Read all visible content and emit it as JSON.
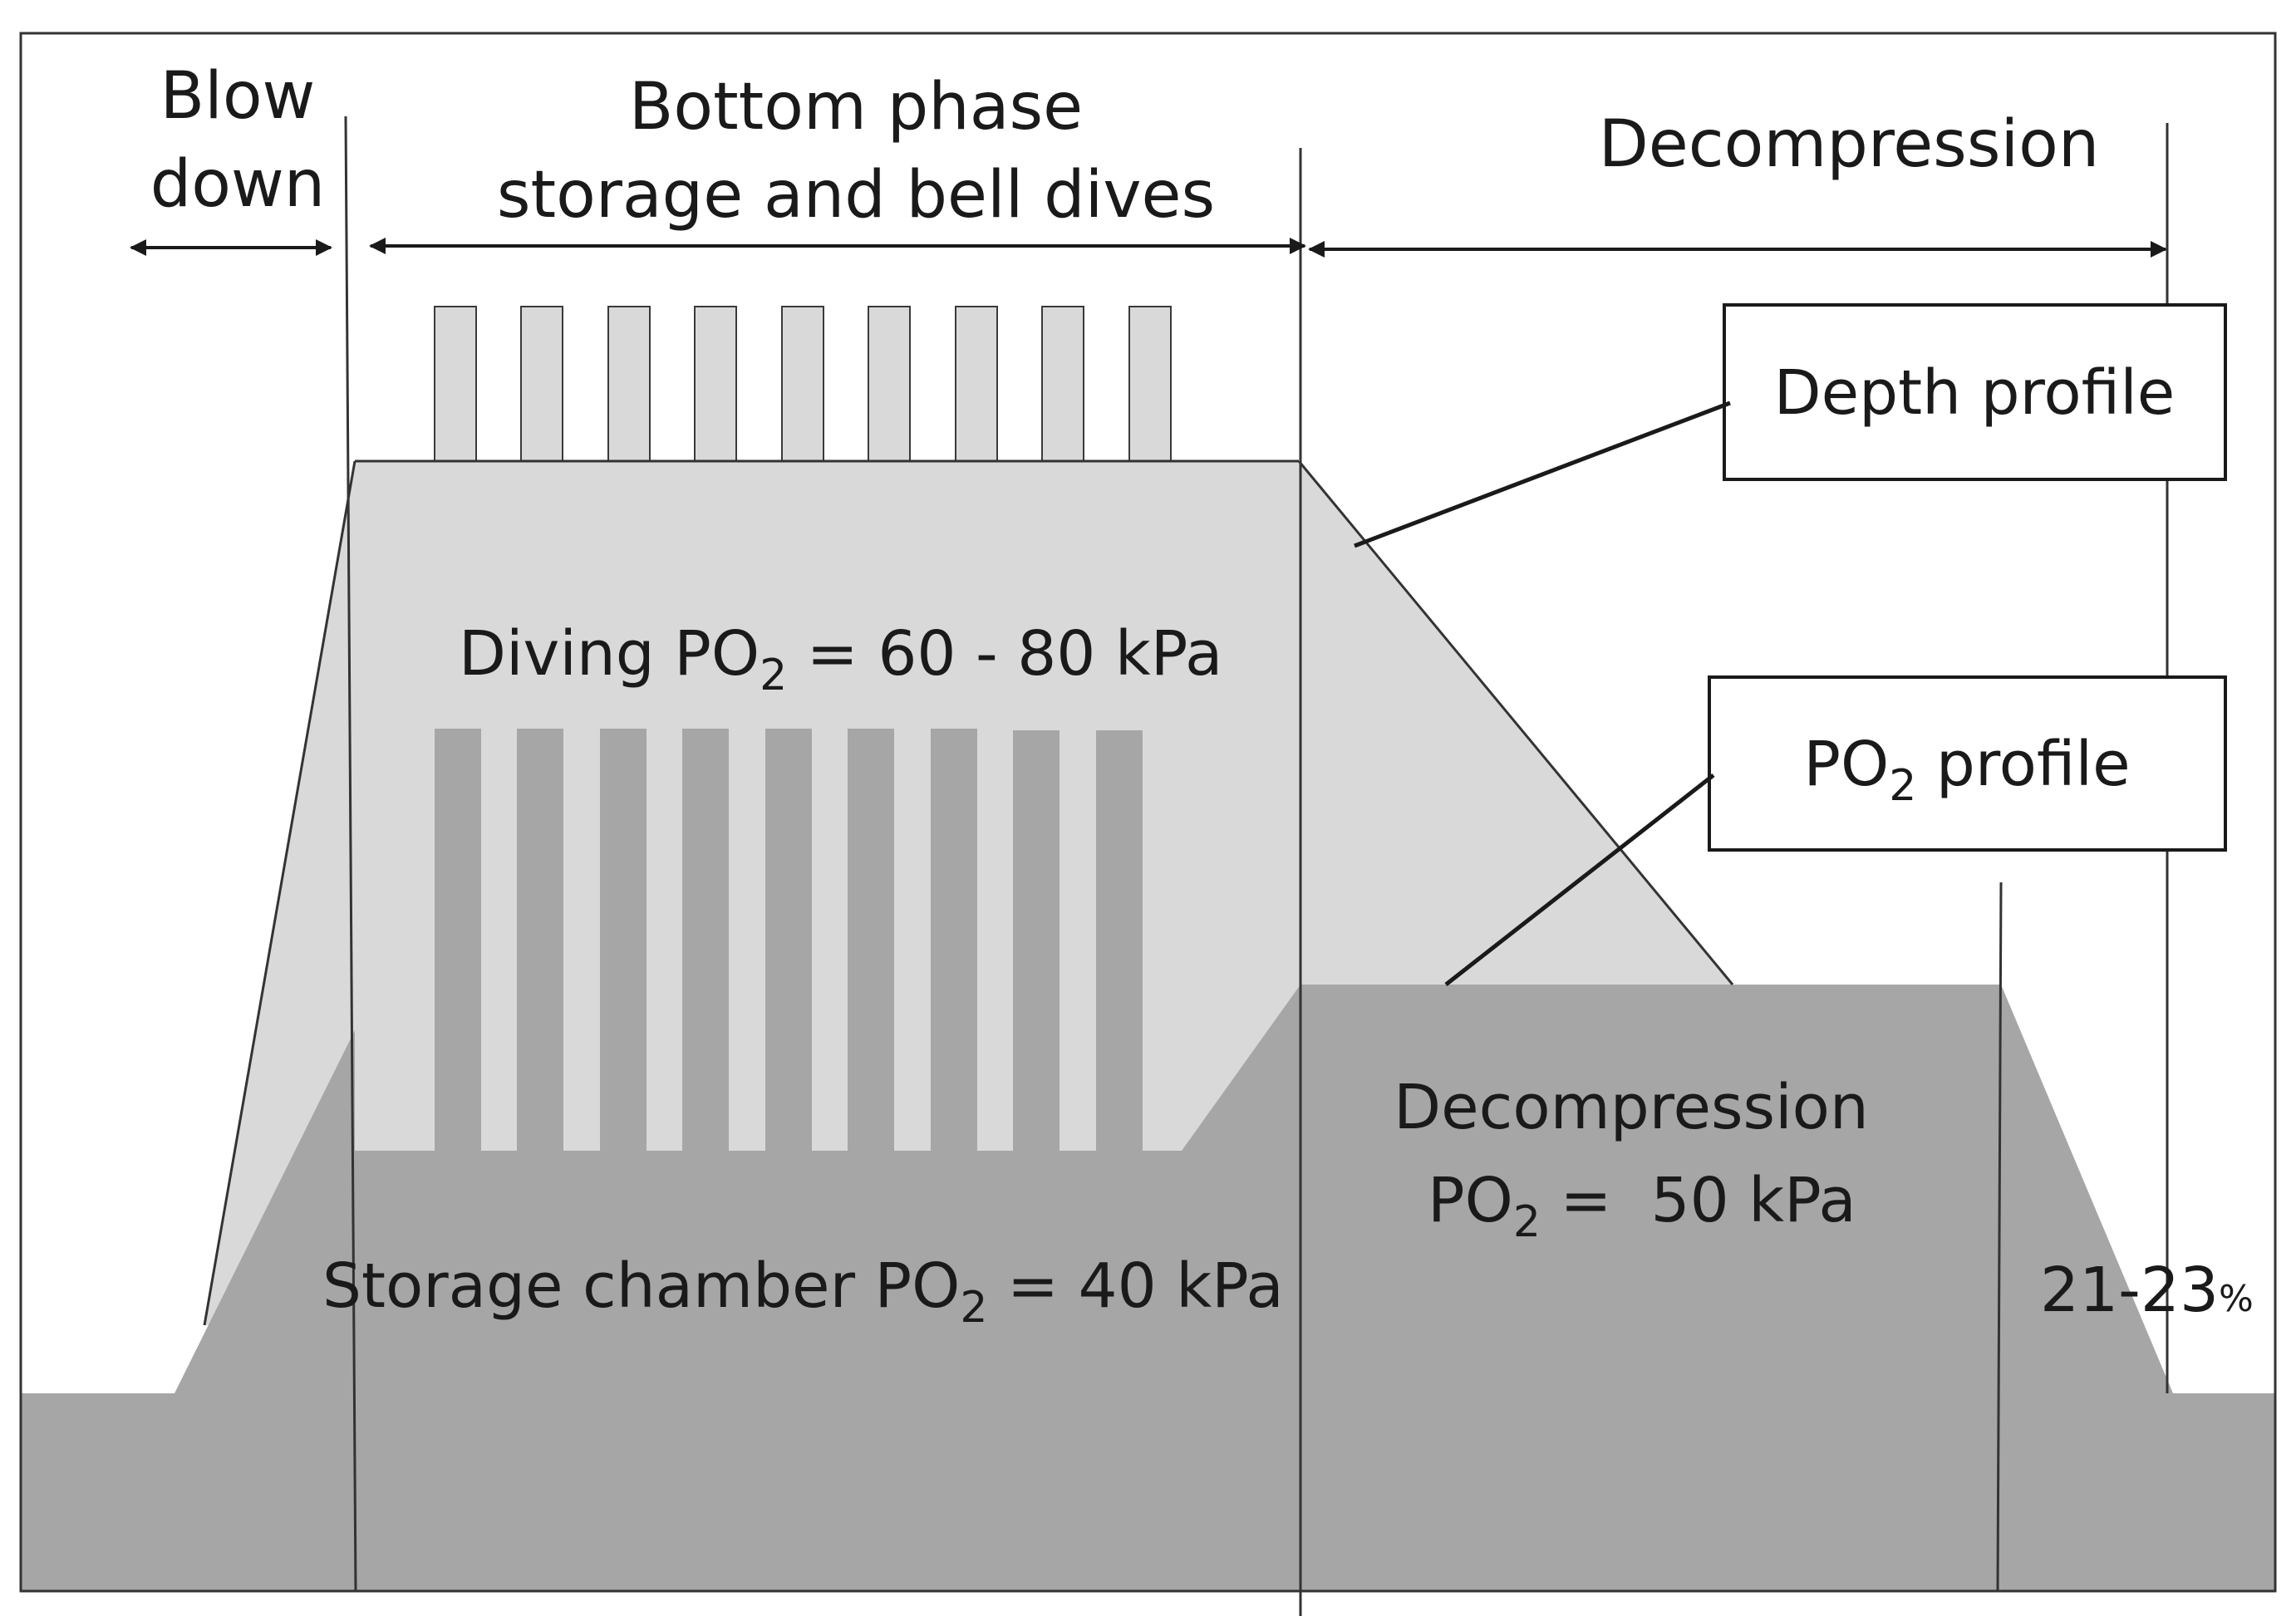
{
  "phases": {
    "blow_down_line1": "Blow",
    "blow_down_line2": "down",
    "bottom_line1": "Bottom phase",
    "bottom_line2": "storage and bell dives",
    "decompression": "Decompression"
  },
  "callouts": {
    "depth_profile": "Depth profile",
    "po2_profile_prefix": "PO",
    "po2_profile_sub": "2",
    "po2_profile_suffix": " profile"
  },
  "labels": {
    "diving_prefix": "Diving PO",
    "diving_sub": "2",
    "diving_suffix": " = 60 - 80 kPa",
    "storage_prefix": "Storage chamber PO",
    "storage_sub": "2",
    "storage_suffix": " = 40 kPa",
    "decomp_line1": "Decompression",
    "decomp_prefix": "PO",
    "decomp_sub": "2",
    "decomp_suffix": " =  50 kPa",
    "surface_value": "21-23",
    "surface_unit": "%"
  },
  "colors": {
    "depth_fill": "#d9d9d9",
    "po2_fill": "#a6a6a6",
    "line": "#1a1a1a"
  }
}
